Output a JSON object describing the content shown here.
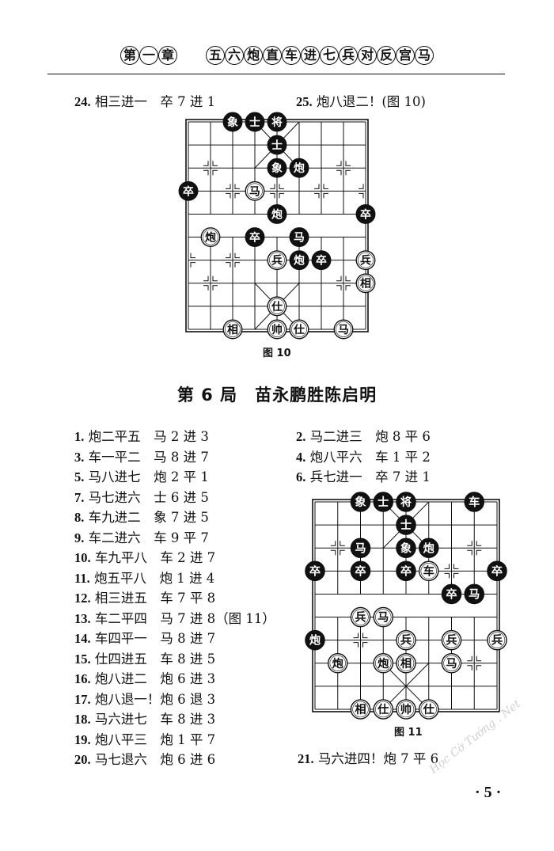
{
  "header": {
    "chapter": [
      "第",
      "一",
      "章"
    ],
    "title": [
      "五",
      "六",
      "炮",
      "直",
      "车",
      "进",
      "七",
      "兵",
      "对",
      "反",
      "宫",
      "马"
    ]
  },
  "top_moves": {
    "left": {
      "num": "24.",
      "text": "相三进一　卒 7 进 1"
    },
    "right": {
      "num": "25.",
      "text": "炮八退二！(图 10)"
    }
  },
  "figure10": {
    "caption": "图 10",
    "pieces": [
      {
        "c": 0,
        "r": 3,
        "ch": "卒",
        "side": "black"
      },
      {
        "c": 2,
        "r": 0,
        "ch": "象",
        "side": "black"
      },
      {
        "c": 3,
        "r": 0,
        "ch": "士",
        "side": "black"
      },
      {
        "c": 4,
        "r": 0,
        "ch": "将",
        "side": "black"
      },
      {
        "c": 4,
        "r": 1,
        "ch": "士",
        "side": "black"
      },
      {
        "c": 4,
        "r": 2,
        "ch": "象",
        "side": "black"
      },
      {
        "c": 5,
        "r": 2,
        "ch": "炮",
        "side": "black"
      },
      {
        "c": 3,
        "r": 3,
        "ch": "马",
        "side": "red"
      },
      {
        "c": 4,
        "r": 4,
        "ch": "炮",
        "side": "black"
      },
      {
        "c": 8,
        "r": 4,
        "ch": "卒",
        "side": "black"
      },
      {
        "c": 1,
        "r": 5,
        "ch": "炮",
        "side": "red"
      },
      {
        "c": 3,
        "r": 5,
        "ch": "卒",
        "side": "black"
      },
      {
        "c": 5,
        "r": 5,
        "ch": "马",
        "side": "black"
      },
      {
        "c": 4,
        "r": 6,
        "ch": "兵",
        "side": "red"
      },
      {
        "c": 5,
        "r": 6,
        "ch": "炮",
        "side": "black"
      },
      {
        "c": 6,
        "r": 6,
        "ch": "卒",
        "side": "black"
      },
      {
        "c": 8,
        "r": 6,
        "ch": "兵",
        "side": "red"
      },
      {
        "c": 8,
        "r": 7,
        "ch": "相",
        "side": "red"
      },
      {
        "c": 4,
        "r": 8,
        "ch": "仕",
        "side": "red"
      },
      {
        "c": 2,
        "r": 9,
        "ch": "相",
        "side": "red"
      },
      {
        "c": 4,
        "r": 9,
        "ch": "帅",
        "side": "red"
      },
      {
        "c": 5,
        "r": 9,
        "ch": "仕",
        "side": "red"
      },
      {
        "c": 7,
        "r": 9,
        "ch": "马",
        "side": "red"
      }
    ]
  },
  "game_title": "第 6 局　苗永鹏胜陈启明",
  "moves_left": [
    {
      "num": "1.",
      "text": "炮二平五　马 2 进 3"
    },
    {
      "num": "3.",
      "text": "车一平二　马 8 进 7"
    },
    {
      "num": "5.",
      "text": "马八进七　炮 2 平 1"
    },
    {
      "num": "7.",
      "text": "马七进六　士 6 进 5"
    },
    {
      "num": "8.",
      "text": "车九进二　象 7 进 5"
    },
    {
      "num": "9.",
      "text": "车二进六　车 9 平 7"
    },
    {
      "num": "10.",
      "text": "车九平八　车 2 进 7"
    },
    {
      "num": "11.",
      "text": "炮五平八　炮 1 进 4"
    },
    {
      "num": "12.",
      "text": "相三进五　车 7 平 8"
    },
    {
      "num": "13.",
      "text": "车二平四　马 7 进 8（图 11）"
    },
    {
      "num": "14.",
      "text": "车四平一　马 8 进 7"
    },
    {
      "num": "15.",
      "text": "仕四进五　车 8 进 5"
    },
    {
      "num": "16.",
      "text": "炮八进二　炮 6 进 3"
    },
    {
      "num": "17.",
      "text": "炮八退一！炮 6 退 3"
    },
    {
      "num": "18.",
      "text": "马六进七　车 8 进 3"
    },
    {
      "num": "19.",
      "text": "炮八平三　炮 1 平 7"
    },
    {
      "num": "20.",
      "text": "马七退六　炮 6 进 6"
    }
  ],
  "moves_right": [
    {
      "num": "2.",
      "text": "马二进三　炮 8 平 6"
    },
    {
      "num": "4.",
      "text": "炮八平六　车 1 平 2"
    },
    {
      "num": "6.",
      "text": "兵七进一　卒 7 进 1"
    }
  ],
  "figure11": {
    "caption": "图 11",
    "pieces": [
      {
        "c": 2,
        "r": 0,
        "ch": "象",
        "side": "black"
      },
      {
        "c": 3,
        "r": 0,
        "ch": "士",
        "side": "black"
      },
      {
        "c": 4,
        "r": 0,
        "ch": "将",
        "side": "black"
      },
      {
        "c": 7,
        "r": 0,
        "ch": "车",
        "side": "black"
      },
      {
        "c": 4,
        "r": 1,
        "ch": "士",
        "side": "black"
      },
      {
        "c": 2,
        "r": 2,
        "ch": "马",
        "side": "black"
      },
      {
        "c": 4,
        "r": 2,
        "ch": "象",
        "side": "black"
      },
      {
        "c": 5,
        "r": 2,
        "ch": "炮",
        "side": "black"
      },
      {
        "c": 0,
        "r": 3,
        "ch": "卒",
        "side": "black"
      },
      {
        "c": 2,
        "r": 3,
        "ch": "卒",
        "side": "black"
      },
      {
        "c": 4,
        "r": 3,
        "ch": "卒",
        "side": "black"
      },
      {
        "c": 5,
        "r": 3,
        "ch": "车",
        "side": "red"
      },
      {
        "c": 8,
        "r": 3,
        "ch": "卒",
        "side": "black"
      },
      {
        "c": 6,
        "r": 4,
        "ch": "卒",
        "side": "black"
      },
      {
        "c": 7,
        "r": 4,
        "ch": "马",
        "side": "black"
      },
      {
        "c": 2,
        "r": 5,
        "ch": "兵",
        "side": "red"
      },
      {
        "c": 3,
        "r": 5,
        "ch": "马",
        "side": "red"
      },
      {
        "c": 0,
        "r": 6,
        "ch": "炮",
        "side": "black"
      },
      {
        "c": 4,
        "r": 6,
        "ch": "兵",
        "side": "red"
      },
      {
        "c": 6,
        "r": 6,
        "ch": "兵",
        "side": "red"
      },
      {
        "c": 8,
        "r": 6,
        "ch": "兵",
        "side": "red"
      },
      {
        "c": 1,
        "r": 7,
        "ch": "炮",
        "side": "red"
      },
      {
        "c": 3,
        "r": 7,
        "ch": "炮",
        "side": "red"
      },
      {
        "c": 4,
        "r": 7,
        "ch": "相",
        "side": "red"
      },
      {
        "c": 6,
        "r": 7,
        "ch": "马",
        "side": "red"
      },
      {
        "c": 2,
        "r": 9,
        "ch": "相",
        "side": "red"
      },
      {
        "c": 3,
        "r": 9,
        "ch": "仕",
        "side": "red"
      },
      {
        "c": 4,
        "r": 9,
        "ch": "帅",
        "side": "red"
      },
      {
        "c": 5,
        "r": 9,
        "ch": "仕",
        "side": "red"
      }
    ]
  },
  "bottom_right_move": {
    "num": "21.",
    "text": "马六进四！炮 7 平 6"
  },
  "page_number": "· 5 ·",
  "watermark": "Học Cờ Tướng . Net"
}
